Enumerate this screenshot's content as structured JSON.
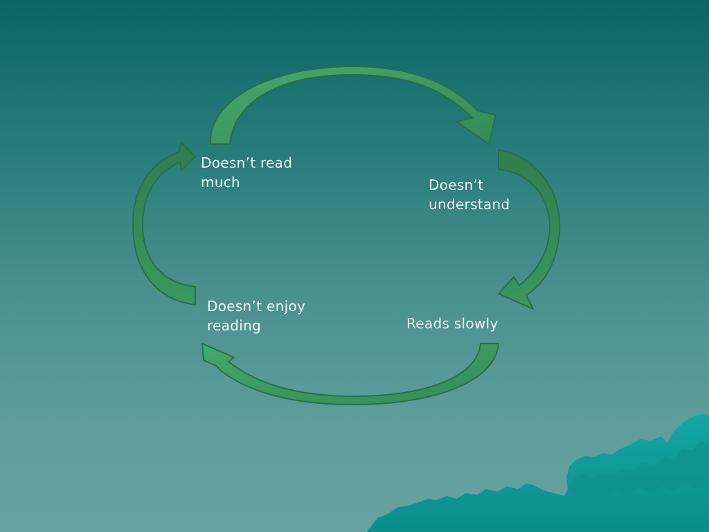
{
  "cycle": {
    "nodes": [
      {
        "id": "top-left",
        "lines": [
          "Doesn’t read",
          "much"
        ]
      },
      {
        "id": "top-right",
        "lines": [
          "Doesn’t",
          "understand"
        ]
      },
      {
        "id": "bottom-right",
        "lines": [
          "Reads slowly"
        ]
      },
      {
        "id": "bottom-left",
        "lines": [
          "Doesn’t enjoy",
          "reading"
        ]
      }
    ]
  },
  "colors": {
    "arrow_fill": "#3e9c62",
    "arrow_shadow": "#2f7e4d",
    "arrow_outline": "#2a6f45",
    "text": "#f2f8f6",
    "rock": "#109a98"
  }
}
